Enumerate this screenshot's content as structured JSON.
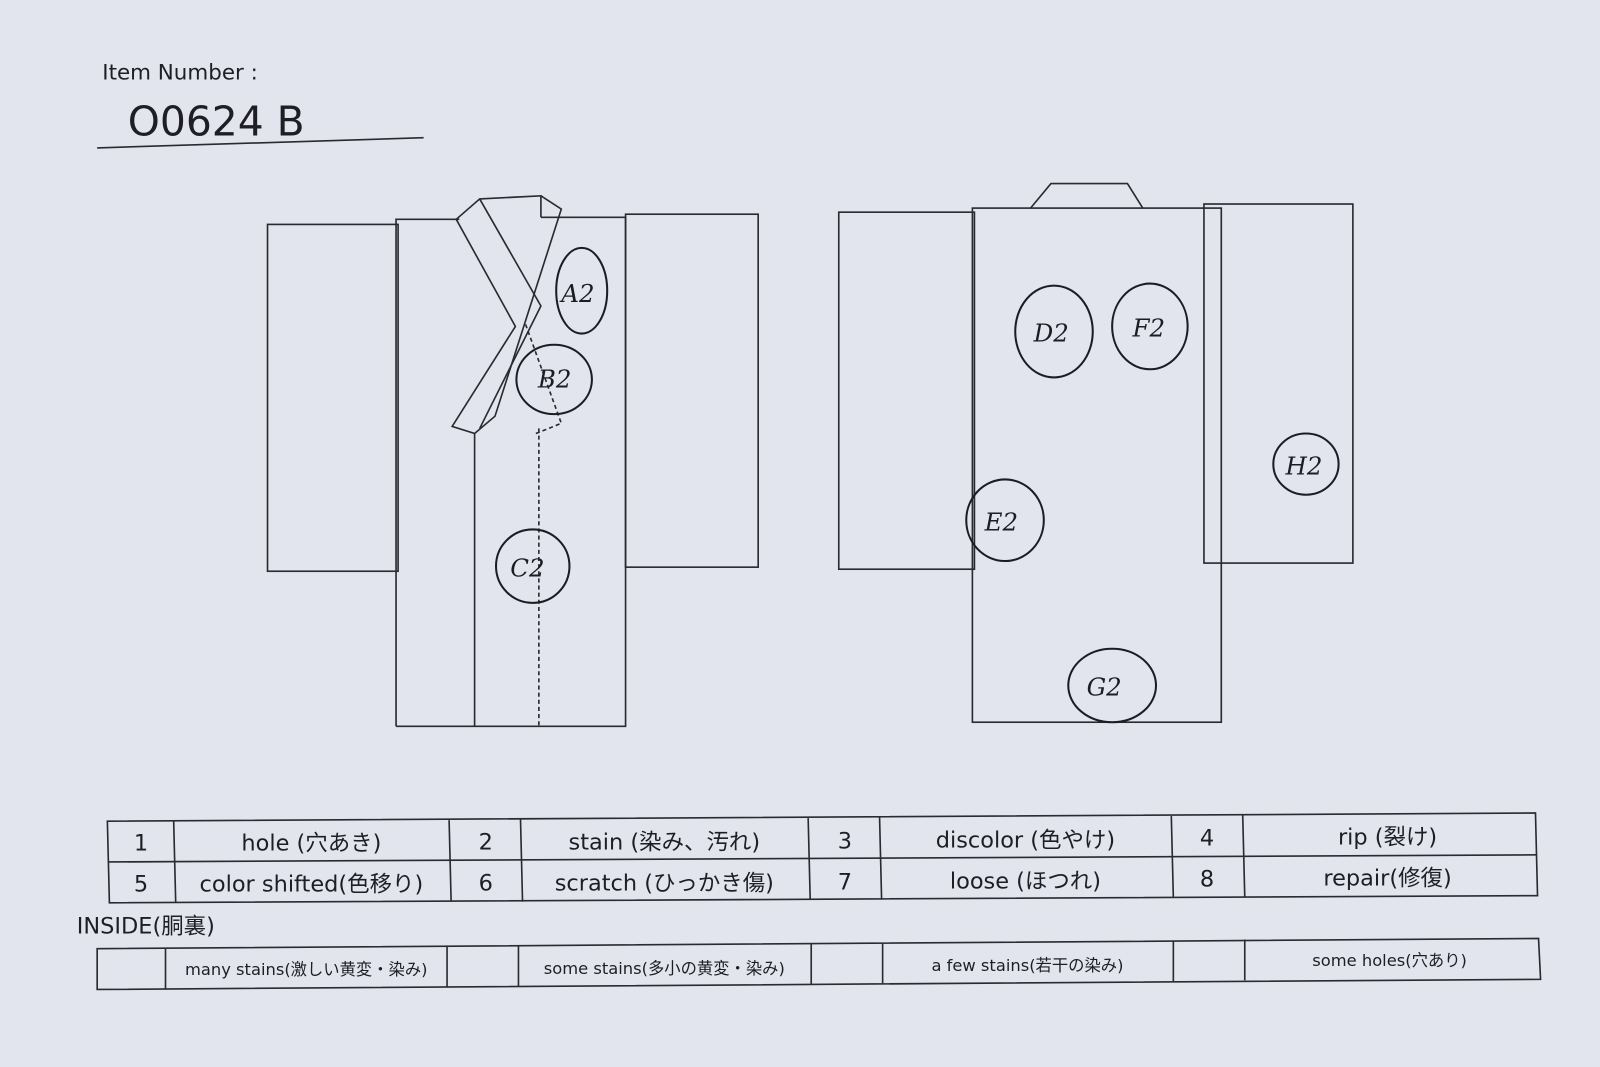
{
  "header": {
    "item_number_label": "Item Number :",
    "item_number": "O0624  B"
  },
  "marks": {
    "front": [
      "A2",
      "B2",
      "C2"
    ],
    "back": [
      "D2",
      "F2",
      "E2",
      "H2",
      "G2"
    ]
  },
  "legend": [
    {
      "num": "1",
      "label": "hole (穴あき)"
    },
    {
      "num": "2",
      "label": "stain (染み、汚れ)"
    },
    {
      "num": "3",
      "label": "discolor (色やけ)"
    },
    {
      "num": "4",
      "label": "rip (裂け)"
    },
    {
      "num": "5",
      "label": "color shifted(色移り)"
    },
    {
      "num": "6",
      "label": "scratch (ひっかき傷)"
    },
    {
      "num": "7",
      "label": "loose (ほつれ)"
    },
    {
      "num": "8",
      "label": "repair(修復)"
    }
  ],
  "inside": {
    "title": "INSIDE(胴裏)",
    "options": [
      "many stains(激しい黄変・染み)",
      "some stains(多小の黄変・染み)",
      "a few stains(若干の染み)",
      "some holes(穴あり)"
    ]
  }
}
